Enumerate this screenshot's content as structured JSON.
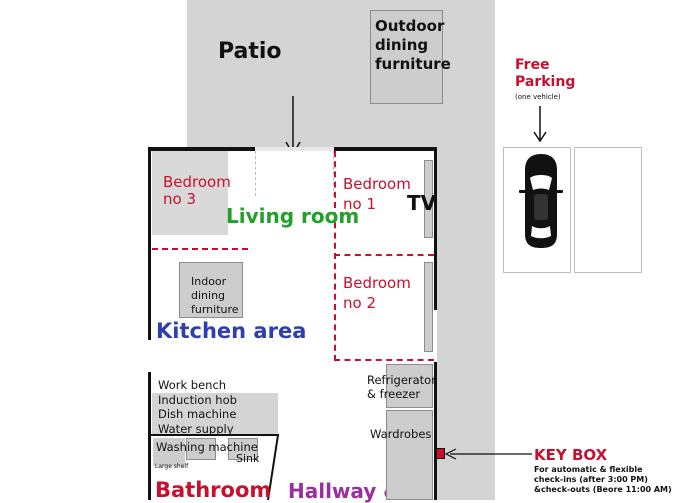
{
  "areas": {
    "patio": "Patio",
    "outdoor_dining": [
      "Outdoor",
      "dining",
      "furniture"
    ],
    "bedroom_3": [
      "Bedroom",
      "no 3"
    ],
    "bedroom_1": [
      "Bedroom",
      "no 1"
    ],
    "bedroom_2": [
      "Bedroom",
      "no 2"
    ],
    "living_room": "Living room",
    "tv": "TV",
    "indoor_dining": [
      "Indoor",
      "dining",
      "furniture"
    ],
    "kitchen_word1": "Kitchen",
    "kitchen_word2": "area",
    "kitchen_items": [
      "Work bench",
      "Induction hob",
      "Dish machine",
      "Water supply"
    ],
    "refrigerator": [
      "Refrigerator",
      "& freezer"
    ],
    "wardrobes": "Wardrobes",
    "washing_machine": "Washing machine",
    "sink": "Sink",
    "large_shelf": "Large shelf",
    "bathroom": "Bathroom",
    "hallway": "Hallway &"
  },
  "parking": {
    "title_line1": "Free",
    "title_line2": "Parking",
    "note": "(one vehicle)"
  },
  "key_box": {
    "title": "KEY BOX",
    "lines": [
      "For automatic & flexible",
      "check-ins (after 3:00 PM)",
      "&check-outs (Beore 11:00 AM)"
    ]
  },
  "colors": {
    "bedroom": "#c8102e",
    "living": "#22a02a",
    "kitchen": "#2f3fb0",
    "hallway": "#9b2ea0",
    "ground": "#d4d4d4"
  },
  "icons": [
    "arrow-down-icon",
    "car-icon"
  ]
}
